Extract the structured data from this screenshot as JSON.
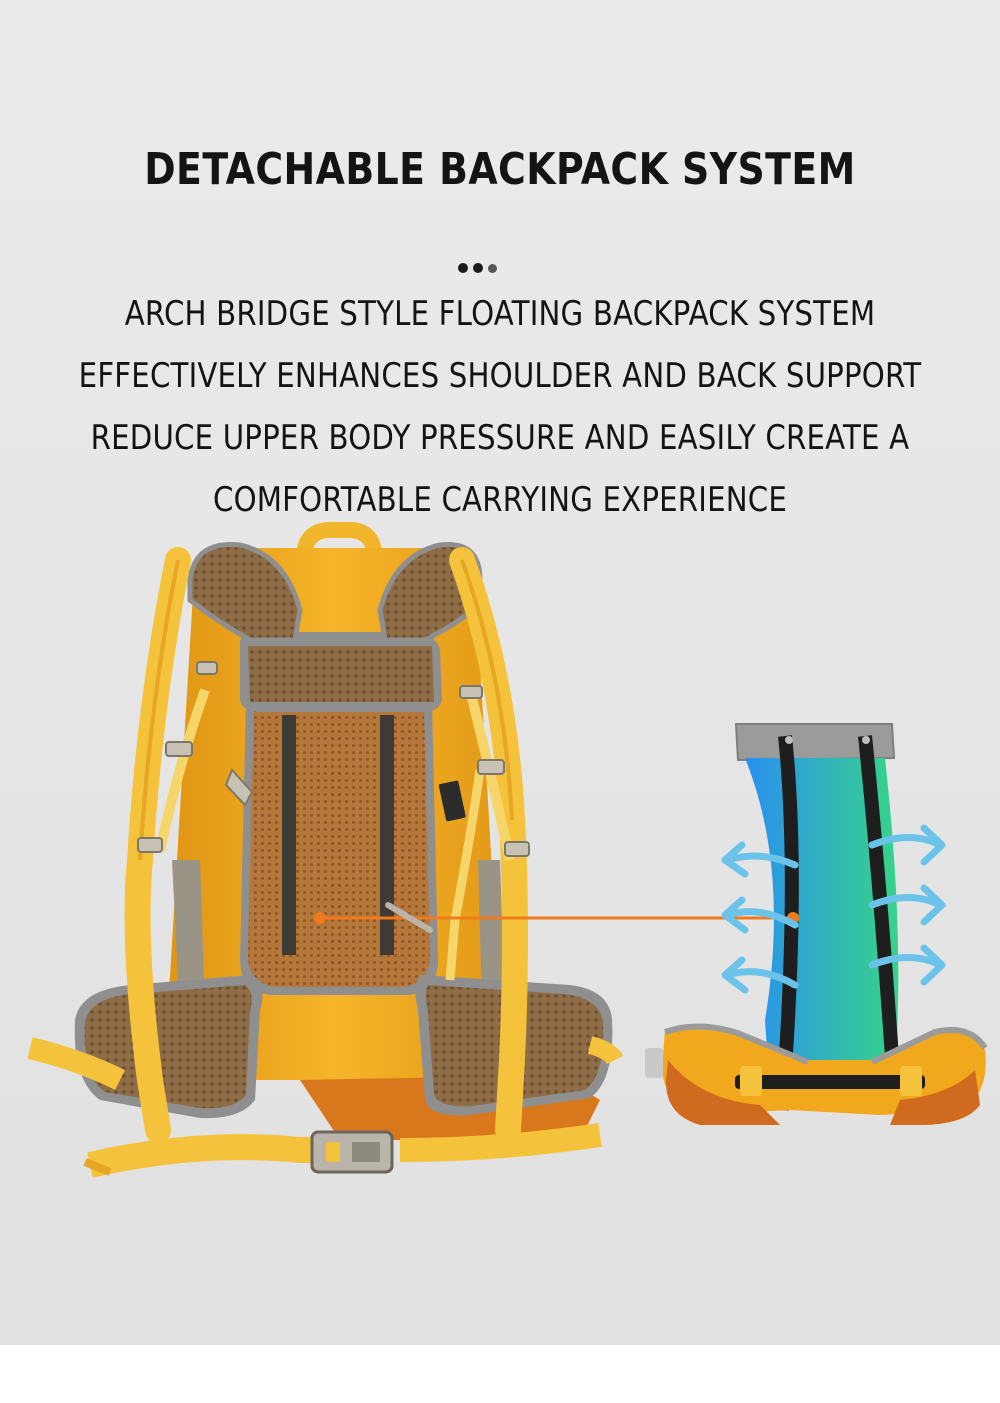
{
  "title": "DETACHABLE BACKPACK SYSTEM",
  "description_lines": [
    "ARCH BRIDGE STYLE FLOATING BACKPACK SYSTEM",
    "EFFECTIVELY ENHANCES SHOULDER AND BACK SUPPORT",
    "REDUCE UPPER BODY PRESSURE AND EASILY CREATE A",
    "COMFORTABLE CARRYING EXPERIENCE"
  ],
  "colors": {
    "background": "#e7e7e7",
    "text": "#141414",
    "pack_body": "#f2a81d",
    "strap": "#f4c23b",
    "mesh": "#8a6a45",
    "trim": "#8f8f8f",
    "pointer": "#f07a1e",
    "airflow_arrows": "#6cc3ea",
    "panel_gradient": [
      "#2a8ff0",
      "#36d48a"
    ]
  },
  "icons": {
    "dots": "ellipsis-dots-icon",
    "airflow": "airflow-arrow-icon",
    "buckle": "buckle-icon"
  }
}
